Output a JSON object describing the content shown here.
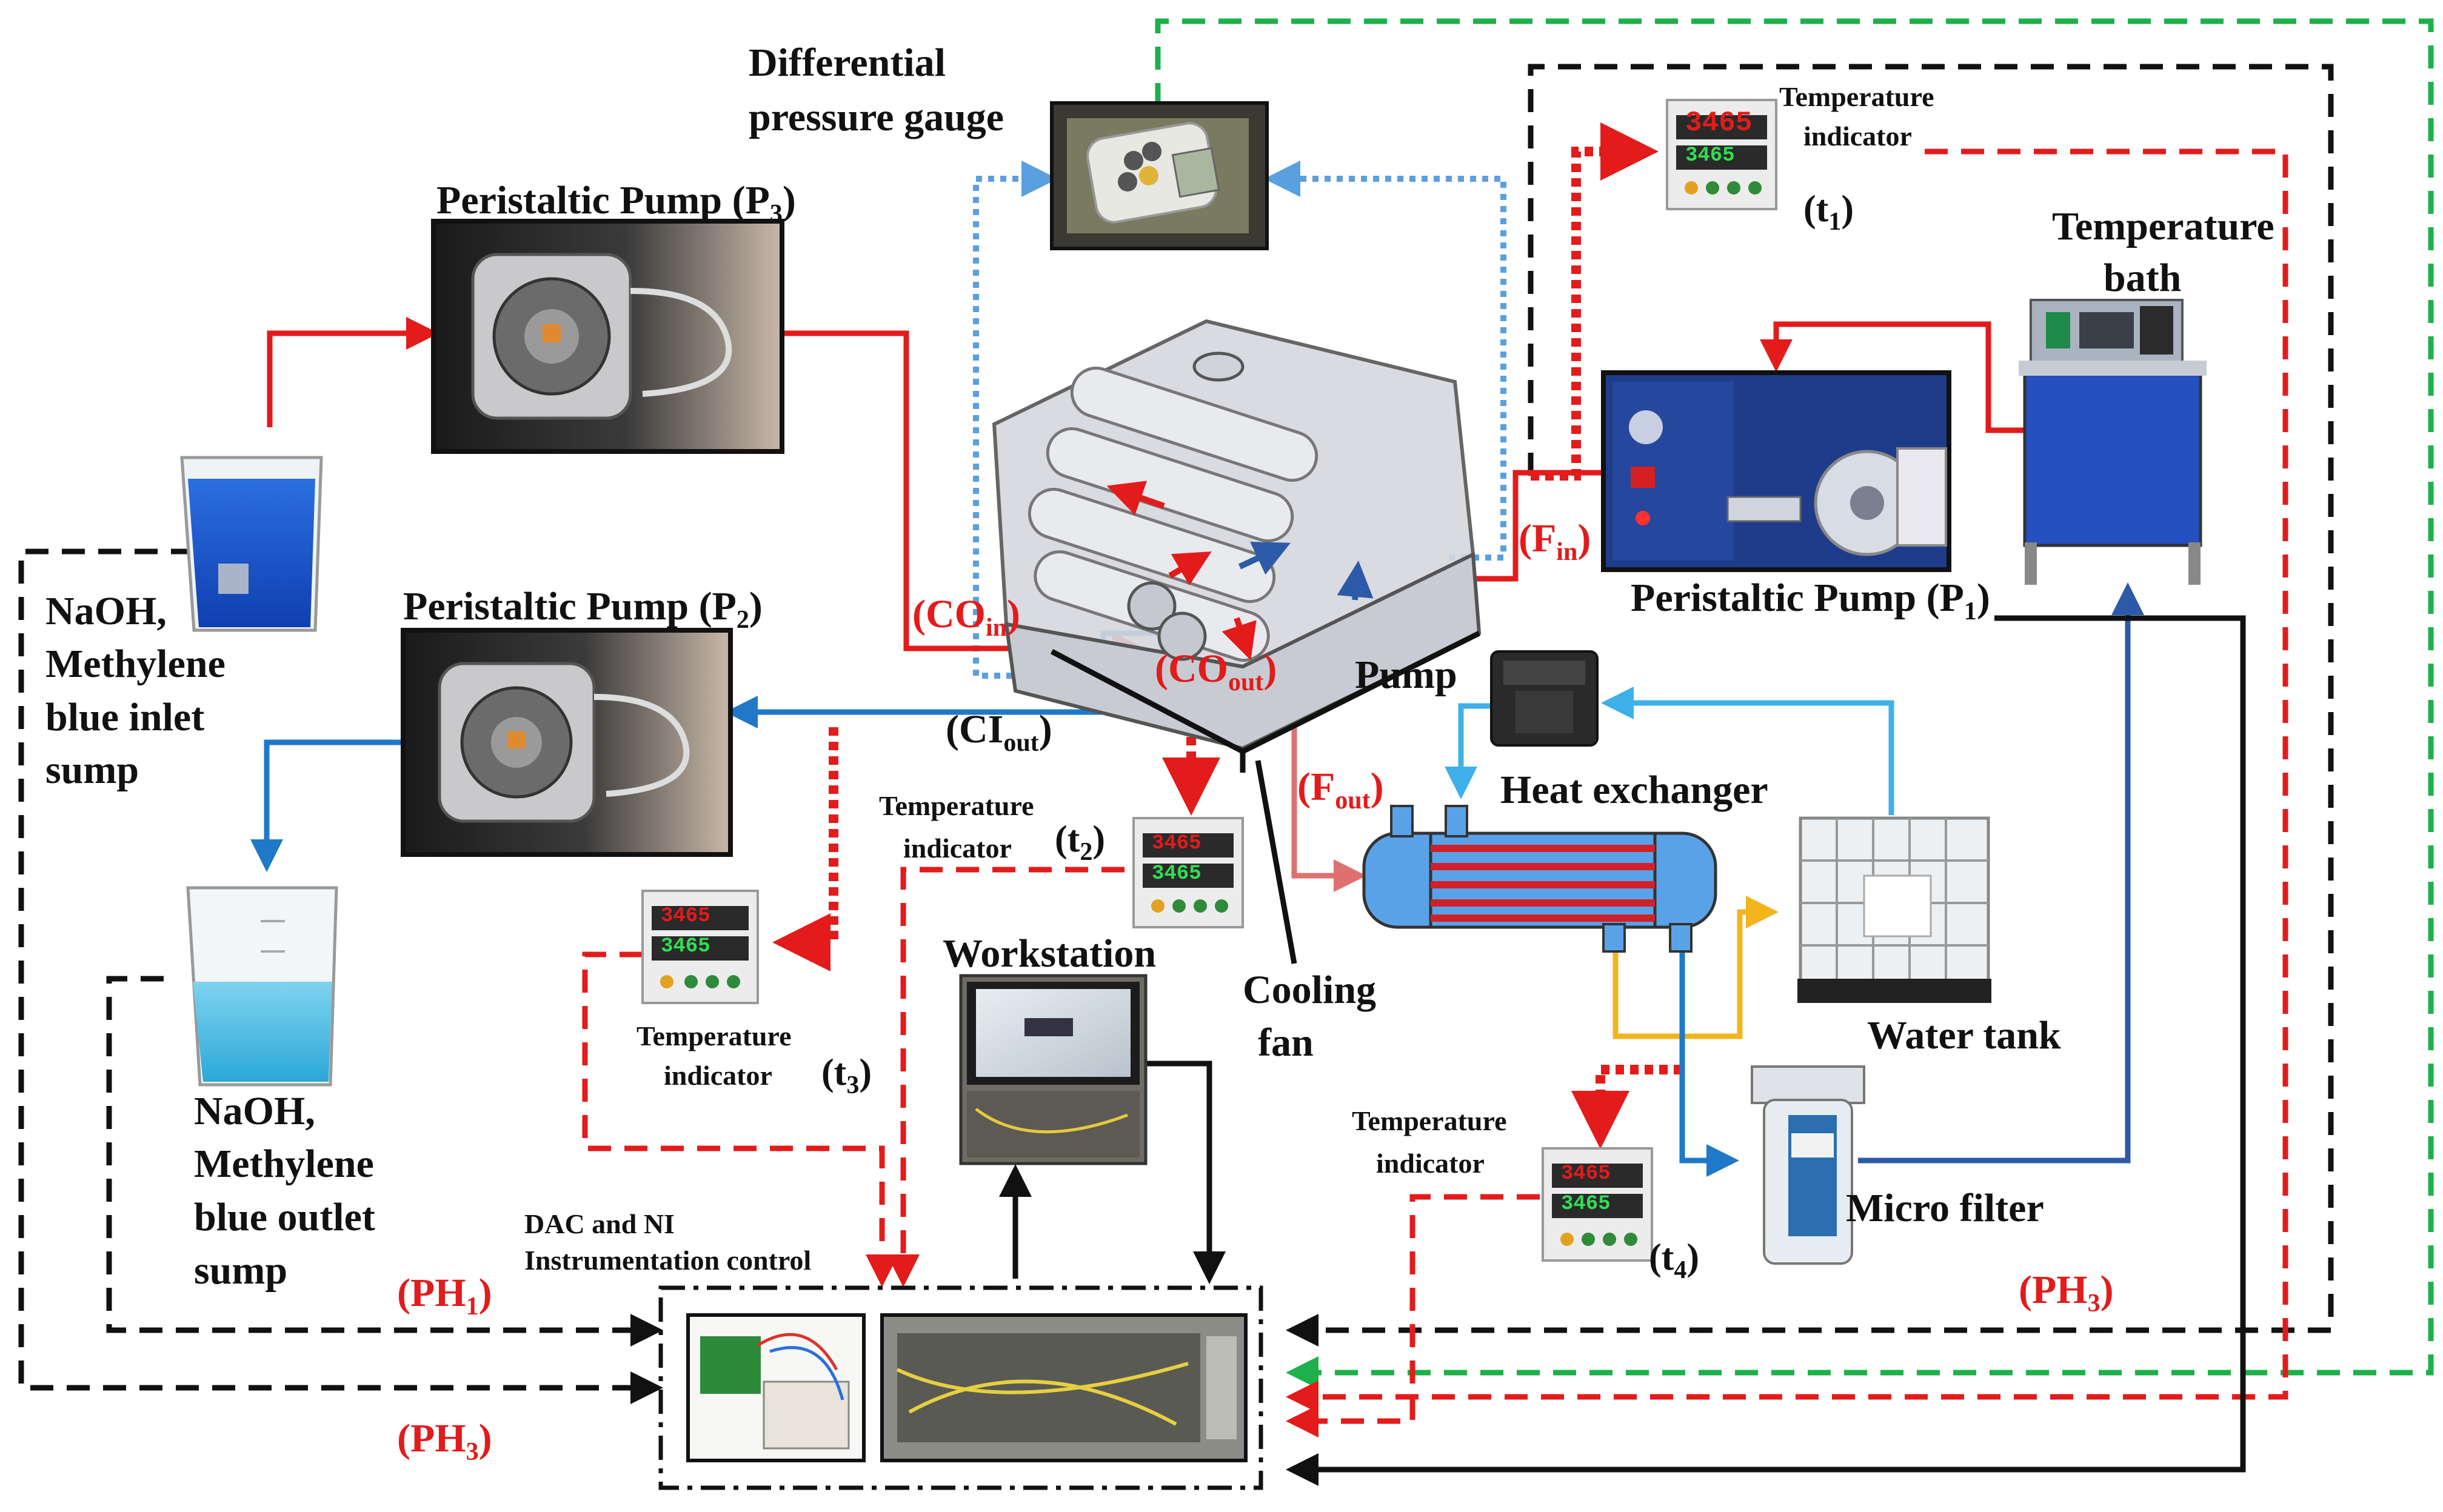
{
  "labels": {
    "diff_gauge_line1": "Differential",
    "diff_gauge_line2": "pressure gauge",
    "pump_p3": "Peristaltic Pump",
    "pump_p3_sub": "3",
    "pump_p2": "Peristaltic Pump",
    "pump_p2_sub": "2",
    "pump_p1": "Peristaltic Pump",
    "pump_p1_sub": "1",
    "temp_bath_line1": "Temperature",
    "temp_bath_line2": "bath",
    "inlet_sump": [
      "NaOH,",
      "Methylene",
      "blue inlet",
      "sump"
    ],
    "outlet_sump": [
      "NaOH,",
      "Methylene",
      "blue outlet",
      "sump"
    ],
    "pump": "Pump",
    "heat_exchanger": "Heat exchanger",
    "water_tank": "Water tank",
    "micro_filter": "Micro filter",
    "cooling_fan_line1": "Cooling",
    "cooling_fan_line2": "fan",
    "workstation": "Workstation",
    "dac_line1": "DAC and NI",
    "dac_line2": "Instrumentation control"
  },
  "temperature_indicators": {
    "t1": {
      "line1": "Temperature",
      "line2": "indicator",
      "tag": "t",
      "sub": "1"
    },
    "t2": {
      "line1": "Temperature",
      "line2": "indicator",
      "tag": "t",
      "sub": "2"
    },
    "t3": {
      "line1": "Temperature",
      "line2": "indicator",
      "tag": "t",
      "sub": "3"
    },
    "t4": {
      "line1": "Temperature",
      "line2": "indicator",
      "tag": "t",
      "sub": "4"
    },
    "display_top": "3465",
    "display_bottom": "3465"
  },
  "flow_labels": {
    "co_in": {
      "main": "(CO",
      "sub": "in",
      "end": ")"
    },
    "co_out": {
      "main": "(CO",
      "sub": "out",
      "end": ")"
    },
    "ci_out": {
      "main": "(CI",
      "sub": "out",
      "end": ")"
    },
    "f_in": {
      "main": "(F",
      "sub": "in",
      "end": ")"
    },
    "f_out": {
      "main": "(F",
      "sub": "out",
      "end": ")"
    },
    "ph1": {
      "main": "(PH",
      "sub": "1",
      "end": ")"
    },
    "ph3_left": {
      "main": "(PH",
      "sub": "3",
      "end": ")"
    },
    "ph3_right": {
      "main": "(PH",
      "sub": "3",
      "end": ")"
    }
  },
  "colors": {
    "red_flow": "#e31b1b",
    "blue_flow": "#1f78c8",
    "dotted_blue": "#5aa0e0",
    "green_dash": "#1db04b",
    "black": "#111111",
    "yellow_flow": "#f2b51e",
    "light_blue": "#3fb0ea",
    "salmon_flow": "#e07070"
  }
}
